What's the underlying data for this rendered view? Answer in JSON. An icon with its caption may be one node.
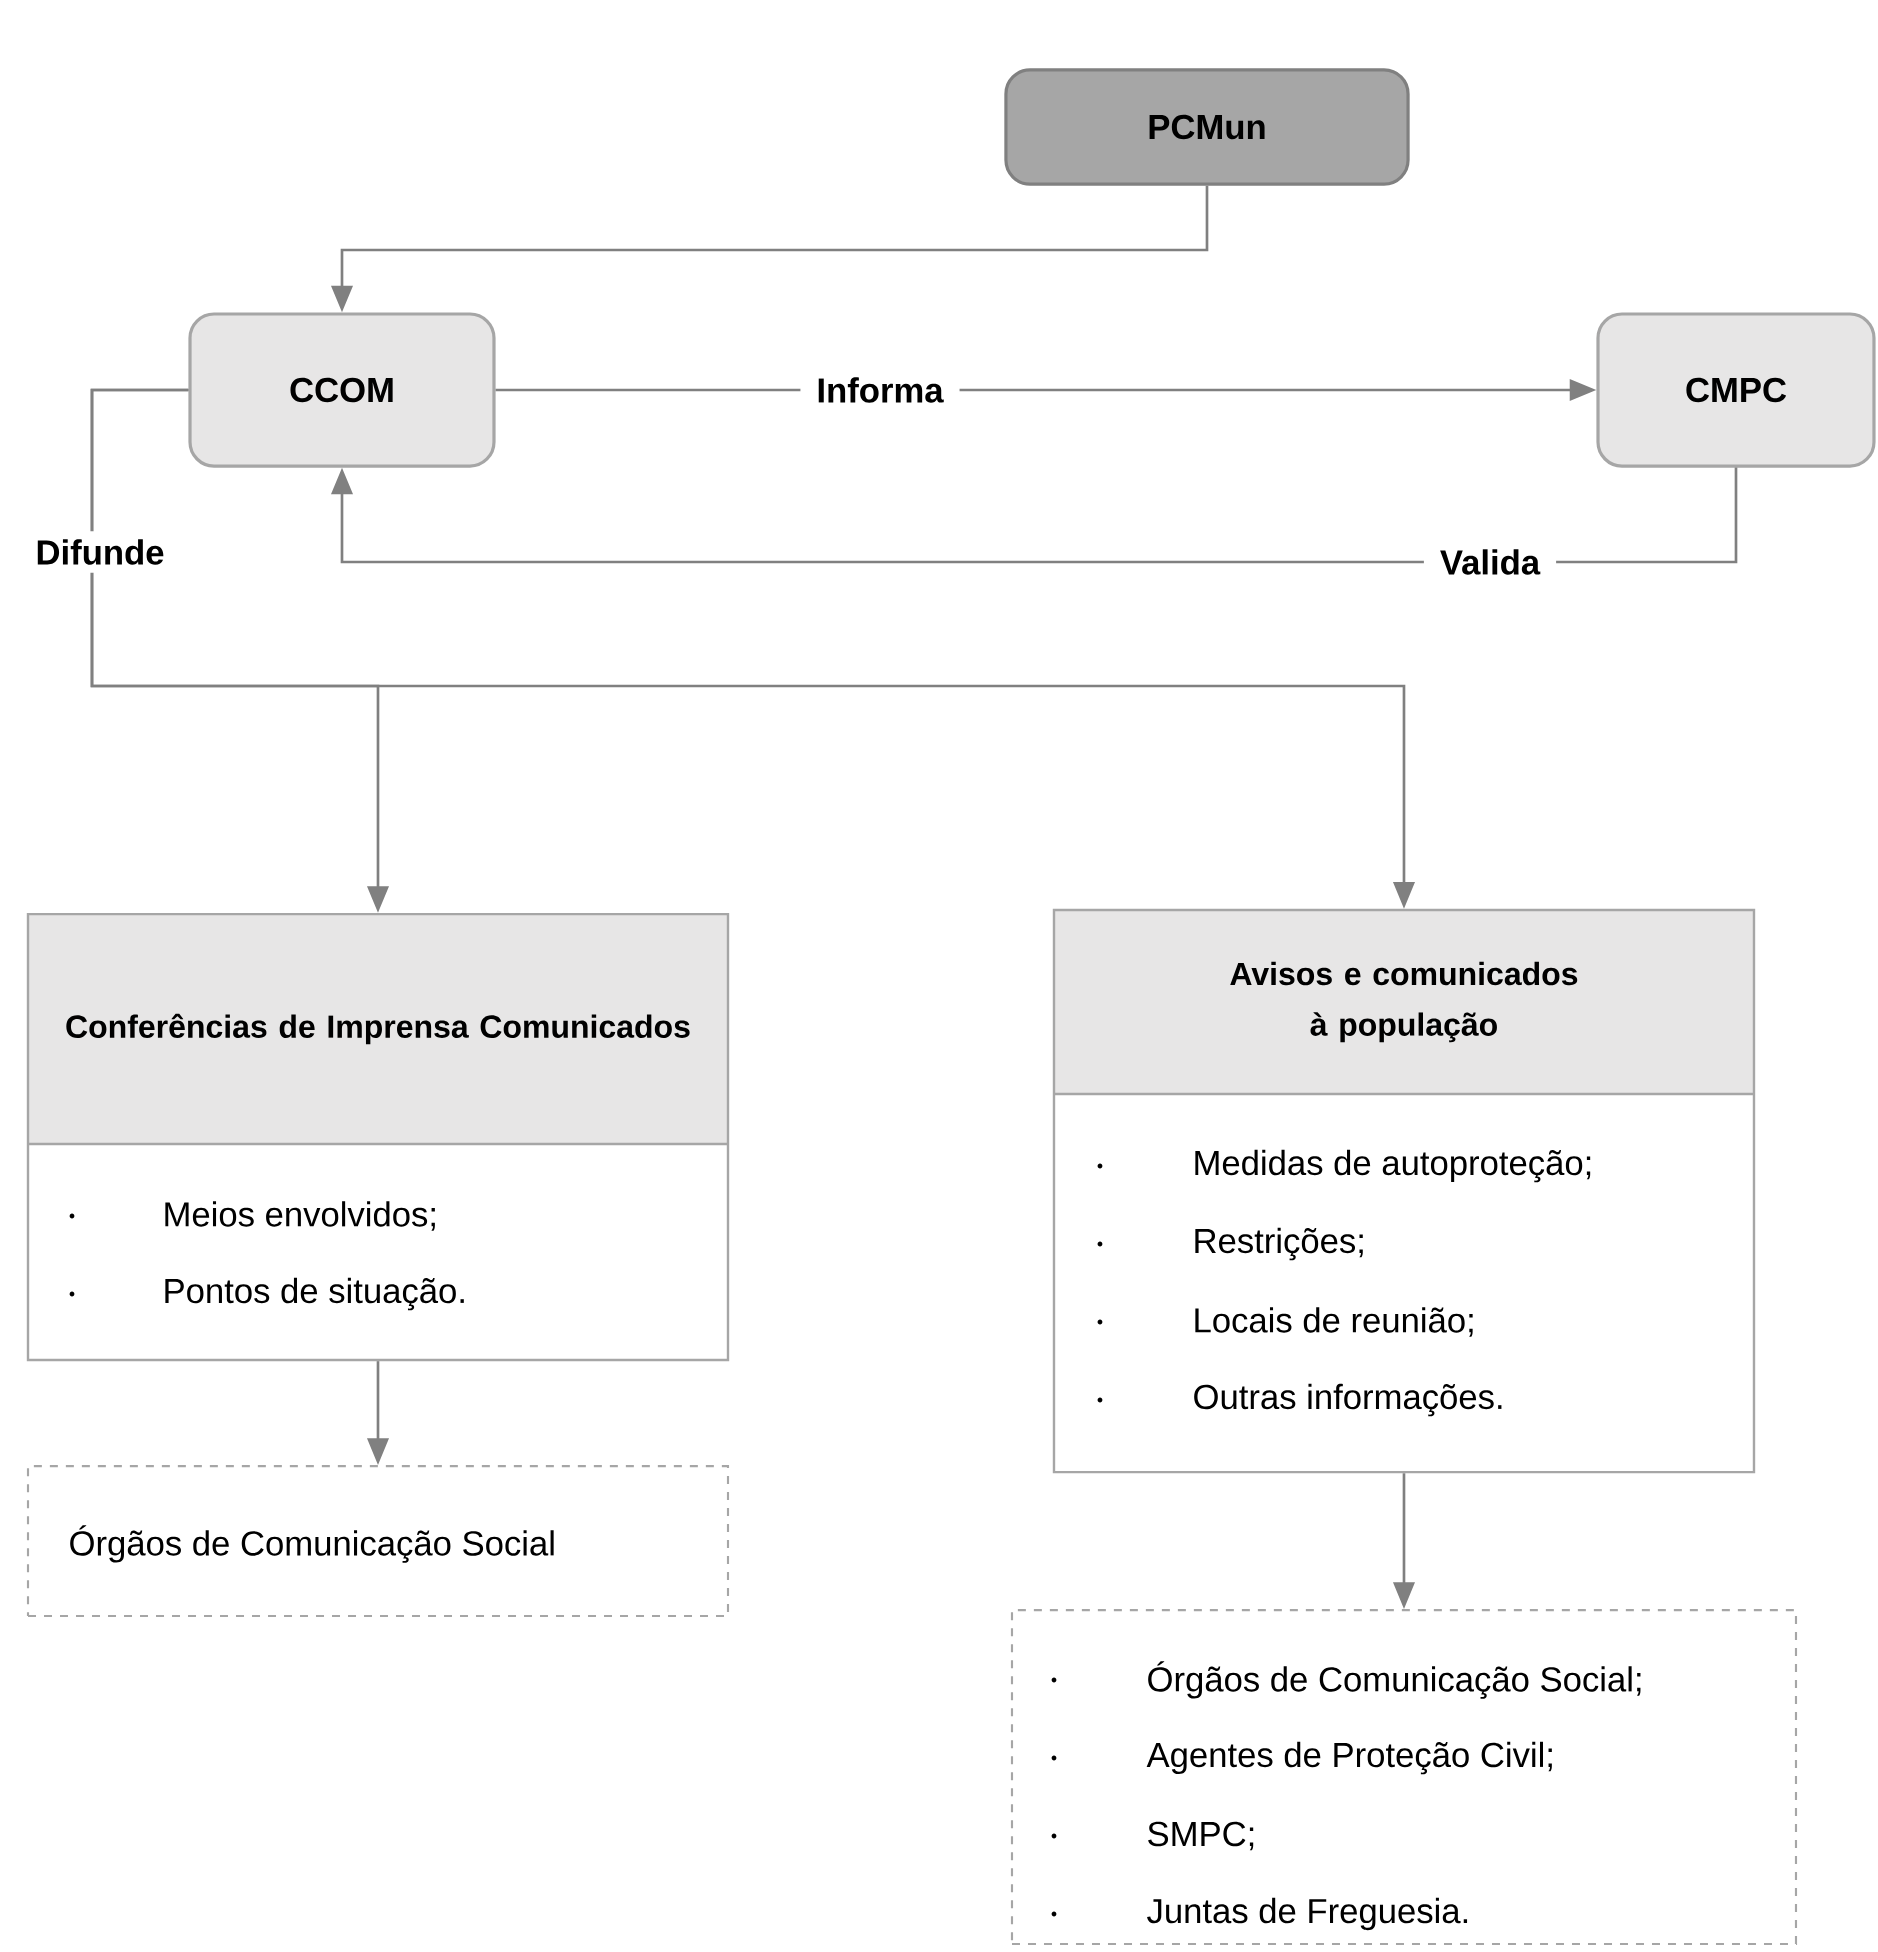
{
  "diagram": {
    "nodes": [
      {
        "text": [
          "PCMun"
        ]
      },
      {
        "text": [
          "CCOM"
        ]
      },
      {
        "text": [
          "CMPC"
        ]
      },
      {
        "text": [
          "Conferências de Imprensa Comunicados",
          "Meios envolvidos;",
          "Pontos de situação."
        ]
      },
      {
        "text": [
          "Avisos e comunicados à população",
          "Medidas de autoproteção;",
          "Restrições;",
          "Locais de reunião;",
          "Outras informações."
        ]
      },
      {
        "text": [
          "Órgãos de Comunicação Social"
        ]
      },
      {
        "text": [
          "Órgãos de Comunicação Social;",
          "Agentes de Proteção Civil;",
          "SMPC;",
          "Juntas de Freguesia."
        ]
      }
    ],
    "edges": [
      {
        "from": 0,
        "to": 1,
        "arrow": "to"
      },
      {
        "from": 1,
        "to": 2,
        "arrow": "to",
        "label": "Informa"
      },
      {
        "from": 2,
        "to": 1,
        "arrow": "to",
        "label": "Valida"
      },
      {
        "from": 1,
        "to": 3,
        "arrow": "to",
        "label": "Difunde"
      },
      {
        "from": 1,
        "to": 4,
        "arrow": "to"
      },
      {
        "from": 3,
        "to": 5,
        "arrow": "to"
      },
      {
        "from": 4,
        "to": 6,
        "arrow": "to"
      }
    ]
  }
}
